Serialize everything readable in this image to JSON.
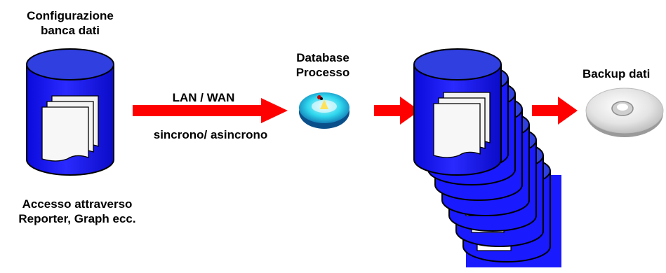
{
  "labels": {
    "config_title_line1": "Configurazione",
    "config_title_line2": "banca dati",
    "access_line1": "Accesso attraverso",
    "access_line2": "Reporter, Graph ecc.",
    "link_top": "LAN / WAN",
    "link_bottom": "sincrono/ asincrono",
    "process_line1": "Database",
    "process_line2": "Processo",
    "backup": "Backup dati"
  },
  "colors": {
    "db_blue": "#1a1aff",
    "db_top": "#2f3fe0",
    "arrow_red": "#ff0000",
    "doc_fill": "#f2f2f2",
    "outline": "#000000"
  },
  "icons": {
    "config_db": "database-cylinder-icon",
    "process_db": "database-process-icon",
    "stacked_db": "stacked-database-icon",
    "backup": "disc-backup-icon"
  }
}
